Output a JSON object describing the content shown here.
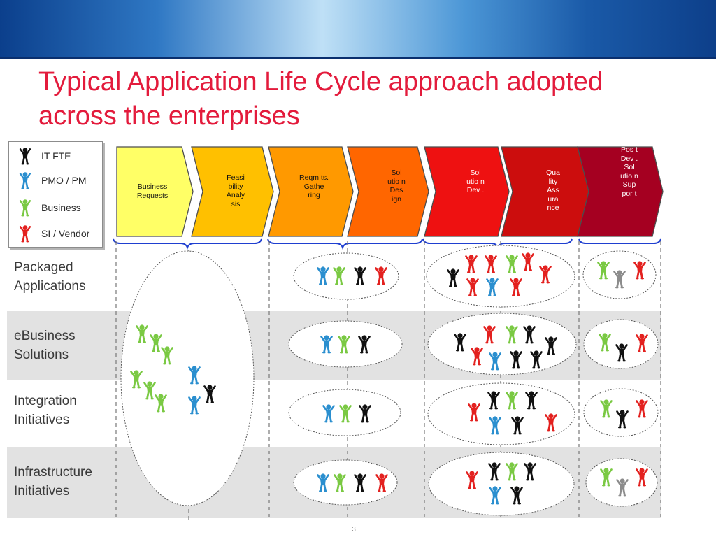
{
  "slide": {
    "title": "Typical Application Life Cycle approach adopted across the enterprises",
    "page_number": "3"
  },
  "legend": [
    {
      "label": "IT FTE",
      "color": "#111111",
      "icon": "person-black-icon"
    },
    {
      "label": "PMO / PM",
      "color": "#2b8fcf",
      "icon": "person-blue-icon"
    },
    {
      "label": "Business",
      "color": "#7ac943",
      "icon": "person-green-icon"
    },
    {
      "label": "SI / Vendor",
      "color": "#e3211f",
      "icon": "person-red-icon"
    }
  ],
  "stages": [
    {
      "label": "Business Requests",
      "color": "#ffff66"
    },
    {
      "label": "Feasi bility Analy sis",
      "color": "#ffc000"
    },
    {
      "label": "Reqm ts. Gathe ring",
      "color": "#ff9900"
    },
    {
      "label": "Sol utio n Des ign",
      "color": "#ff6600"
    },
    {
      "label": "Sol utio n Dev .",
      "color": "#ee1111"
    },
    {
      "label": "Qua lity Ass ura nce",
      "color": "#cc0d0d"
    },
    {
      "label": "Pos t Dev . Sol utio n Sup por t",
      "color": "#a50021"
    }
  ],
  "rows": [
    {
      "label": "Packaged Applications"
    },
    {
      "label": "eBusiness Solutions"
    },
    {
      "label": "Integration Initiatives"
    },
    {
      "label": "Infrastructure Initiatives"
    }
  ],
  "colors": {
    "title": "#e31b3c",
    "brace": "#1f3fd0",
    "row_band": "#e2e2e2",
    "it_fte": "#111111",
    "pmo": "#2b8fcf",
    "business": "#7ac943",
    "vendor": "#e3211f",
    "neutral": "#8c8c8c"
  }
}
